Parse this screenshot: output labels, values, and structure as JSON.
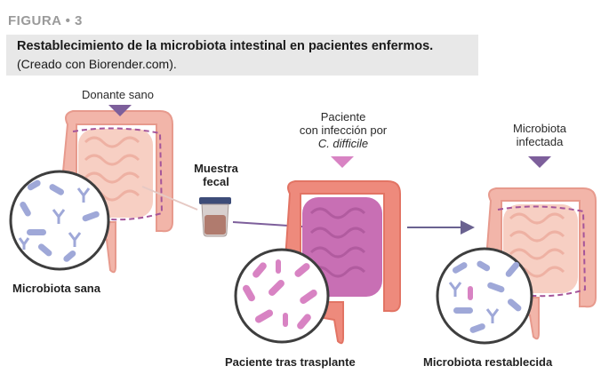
{
  "figure": {
    "label": "FIGURA • 3",
    "title": "Restablecimiento de la microbiota intestinal en pacientes enfermos.",
    "subtitle": "(Creado con Biorender.com)."
  },
  "labels": {
    "donor": "Donante sano",
    "sample_line1": "Muestra",
    "sample_line2": "fecal",
    "patient_line1": "Paciente",
    "patient_line2": "con infección por",
    "patient_line3": "C. difficile",
    "infected_line1": "Microbiota",
    "infected_line2": "infectada",
    "healthy_microbiota": "Microbiota sana",
    "post_transplant": "Paciente tras trasplante",
    "restored": "Microbiota restablecida"
  },
  "colors": {
    "colon_healthy": "#f2b5a9",
    "colon_outline": "#e79a8d",
    "small_intestine": "#f7cfc3",
    "colon_infected": "#ee8a7c",
    "small_intestine_infected": "#c86fb4",
    "dashed_line": "#a5559a",
    "arrow_marker": "#7d5f9b",
    "circle_outline": "#3e3e3e",
    "bacteria_blue": "#9fa8d8",
    "bacteria_pink": "#d883c3",
    "jar_body": "#b07b6e",
    "jar_lid": "#3d4c78"
  }
}
